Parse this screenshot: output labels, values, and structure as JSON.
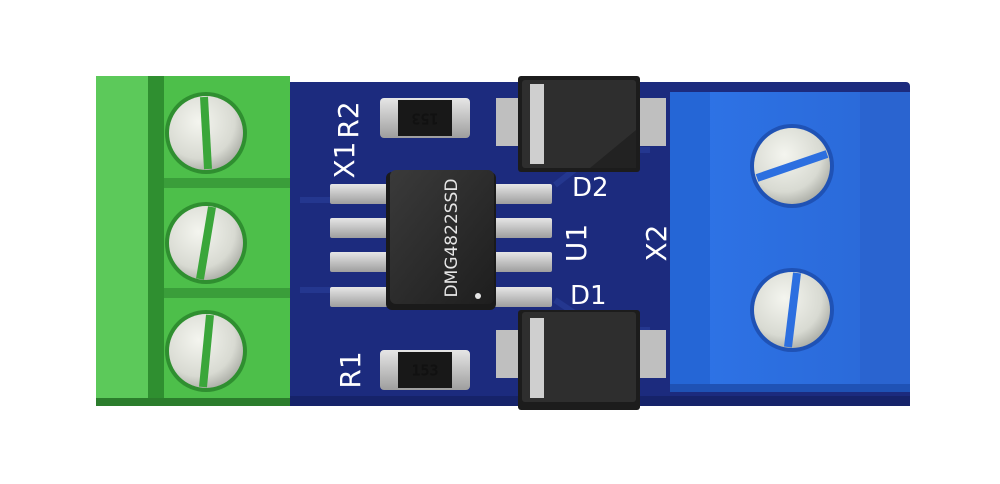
{
  "board": {
    "colors": {
      "pcb": "#1c2b7e",
      "pcb_edge": "#16236a",
      "terminal_green": "#4dbf4a",
      "terminal_green_dark": "#2f8f30",
      "terminal_blue": "#2c6fe0",
      "terminal_blue_dark": "#1f52b5",
      "ic_body": "#2a2a2a",
      "pad": "#c9c9c9",
      "silkscreen": "#ffffff"
    },
    "labels": {
      "r2": "R2",
      "x1": "X1",
      "r1": "R1",
      "d2": "D2",
      "u1": "U1",
      "d1": "D1",
      "x2": "X2"
    },
    "ic_marking": "DMG4822SSD",
    "resistor_codes": {
      "r2": "153",
      "r1": "153"
    },
    "screw_icons": [
      "screw-icon",
      "screw-icon",
      "screw-icon",
      "screw-icon",
      "screw-icon"
    ]
  }
}
